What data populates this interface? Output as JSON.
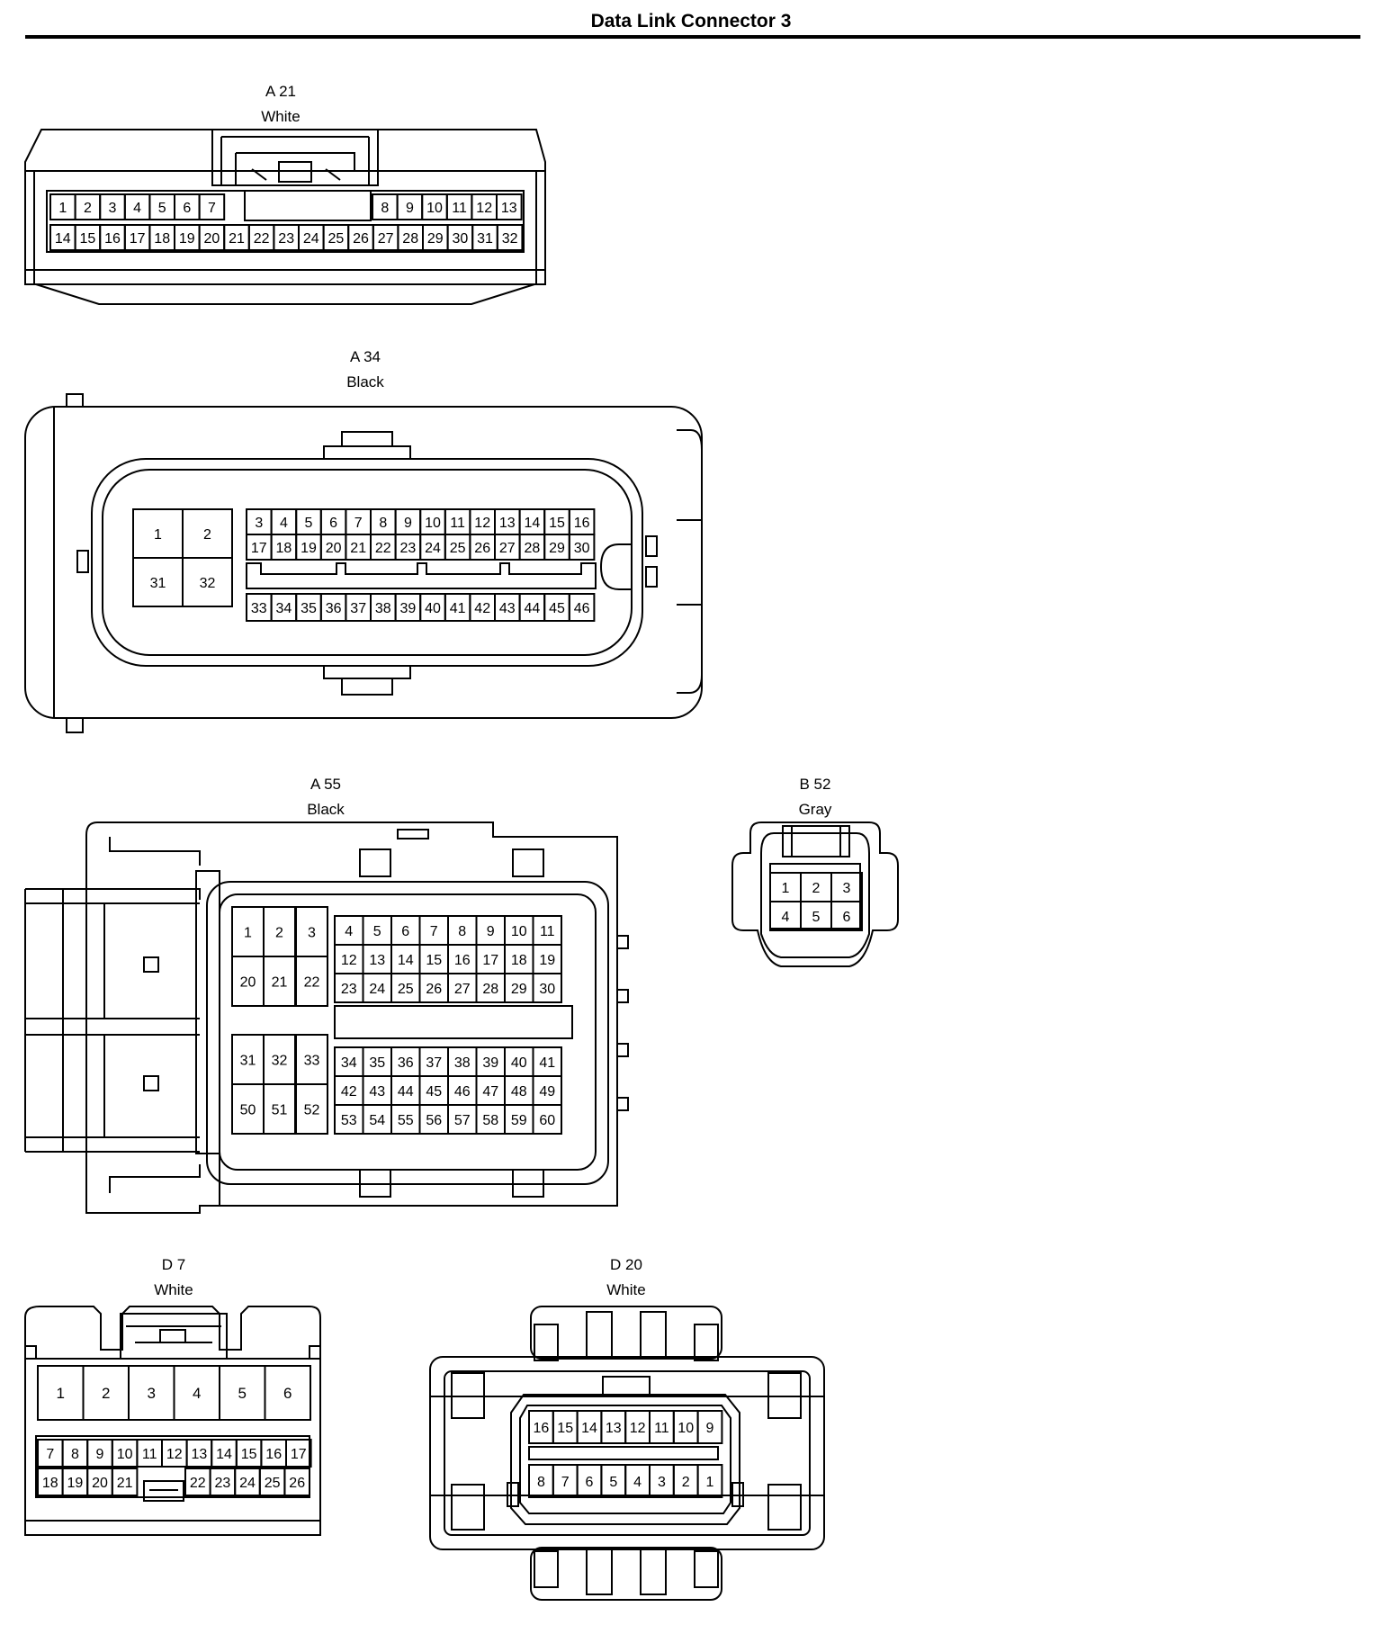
{
  "title": "Data Link Connector 3",
  "connectors": [
    {
      "id": "A 21",
      "color": "White",
      "rows": [
        [
          "1",
          "2",
          "3",
          "4",
          "5",
          "6",
          "7",
          "8",
          "9",
          "10",
          "11",
          "12",
          "13"
        ],
        [
          "14",
          "15",
          "16",
          "17",
          "18",
          "19",
          "20",
          "21",
          "22",
          "23",
          "24",
          "25",
          "26",
          "27",
          "28",
          "29",
          "30",
          "31",
          "32"
        ]
      ]
    },
    {
      "id": "A 34",
      "color": "Black",
      "block": [
        "1",
        "2",
        "31",
        "32"
      ],
      "rows": [
        [
          "3",
          "4",
          "5",
          "6",
          "7",
          "8",
          "9",
          "10",
          "11",
          "12",
          "13",
          "14",
          "15",
          "16"
        ],
        [
          "17",
          "18",
          "19",
          "20",
          "21",
          "22",
          "23",
          "24",
          "25",
          "26",
          "27",
          "28",
          "29",
          "30"
        ],
        [
          "33",
          "34",
          "35",
          "36",
          "37",
          "38",
          "39",
          "40",
          "41",
          "42",
          "43",
          "44",
          "45",
          "46"
        ]
      ]
    },
    {
      "id": "A 55",
      "color": "Black",
      "block_top": [
        "1",
        "2",
        "3",
        "20",
        "21",
        "22"
      ],
      "block_bottom": [
        "31",
        "32",
        "33",
        "50",
        "51",
        "52"
      ],
      "rows": [
        [
          "4",
          "5",
          "6",
          "7",
          "8",
          "9",
          "10",
          "11"
        ],
        [
          "12",
          "13",
          "14",
          "15",
          "16",
          "17",
          "18",
          "19"
        ],
        [
          "23",
          "24",
          "25",
          "26",
          "27",
          "28",
          "29",
          "30"
        ],
        [
          "34",
          "35",
          "36",
          "37",
          "38",
          "39",
          "40",
          "41"
        ],
        [
          "42",
          "43",
          "44",
          "45",
          "46",
          "47",
          "48",
          "49"
        ],
        [
          "53",
          "54",
          "55",
          "56",
          "57",
          "58",
          "59",
          "60"
        ]
      ]
    },
    {
      "id": "B 52",
      "color": "Gray",
      "rows": [
        [
          "1",
          "2",
          "3"
        ],
        [
          "4",
          "5",
          "6"
        ]
      ]
    },
    {
      "id": "D 7",
      "color": "White",
      "rows": [
        [
          "1",
          "2",
          "3",
          "4",
          "5",
          "6"
        ],
        [
          "7",
          "8",
          "9",
          "10",
          "11",
          "12",
          "13",
          "14",
          "15",
          "16",
          "17"
        ],
        [
          "18",
          "19",
          "20",
          "21",
          "22",
          "23",
          "24",
          "25",
          "26"
        ]
      ]
    },
    {
      "id": "D 20",
      "color": "White",
      "rows": [
        [
          "16",
          "15",
          "14",
          "13",
          "12",
          "11",
          "10",
          "9"
        ],
        [
          "8",
          "7",
          "6",
          "5",
          "4",
          "3",
          "2",
          "1"
        ]
      ]
    }
  ]
}
